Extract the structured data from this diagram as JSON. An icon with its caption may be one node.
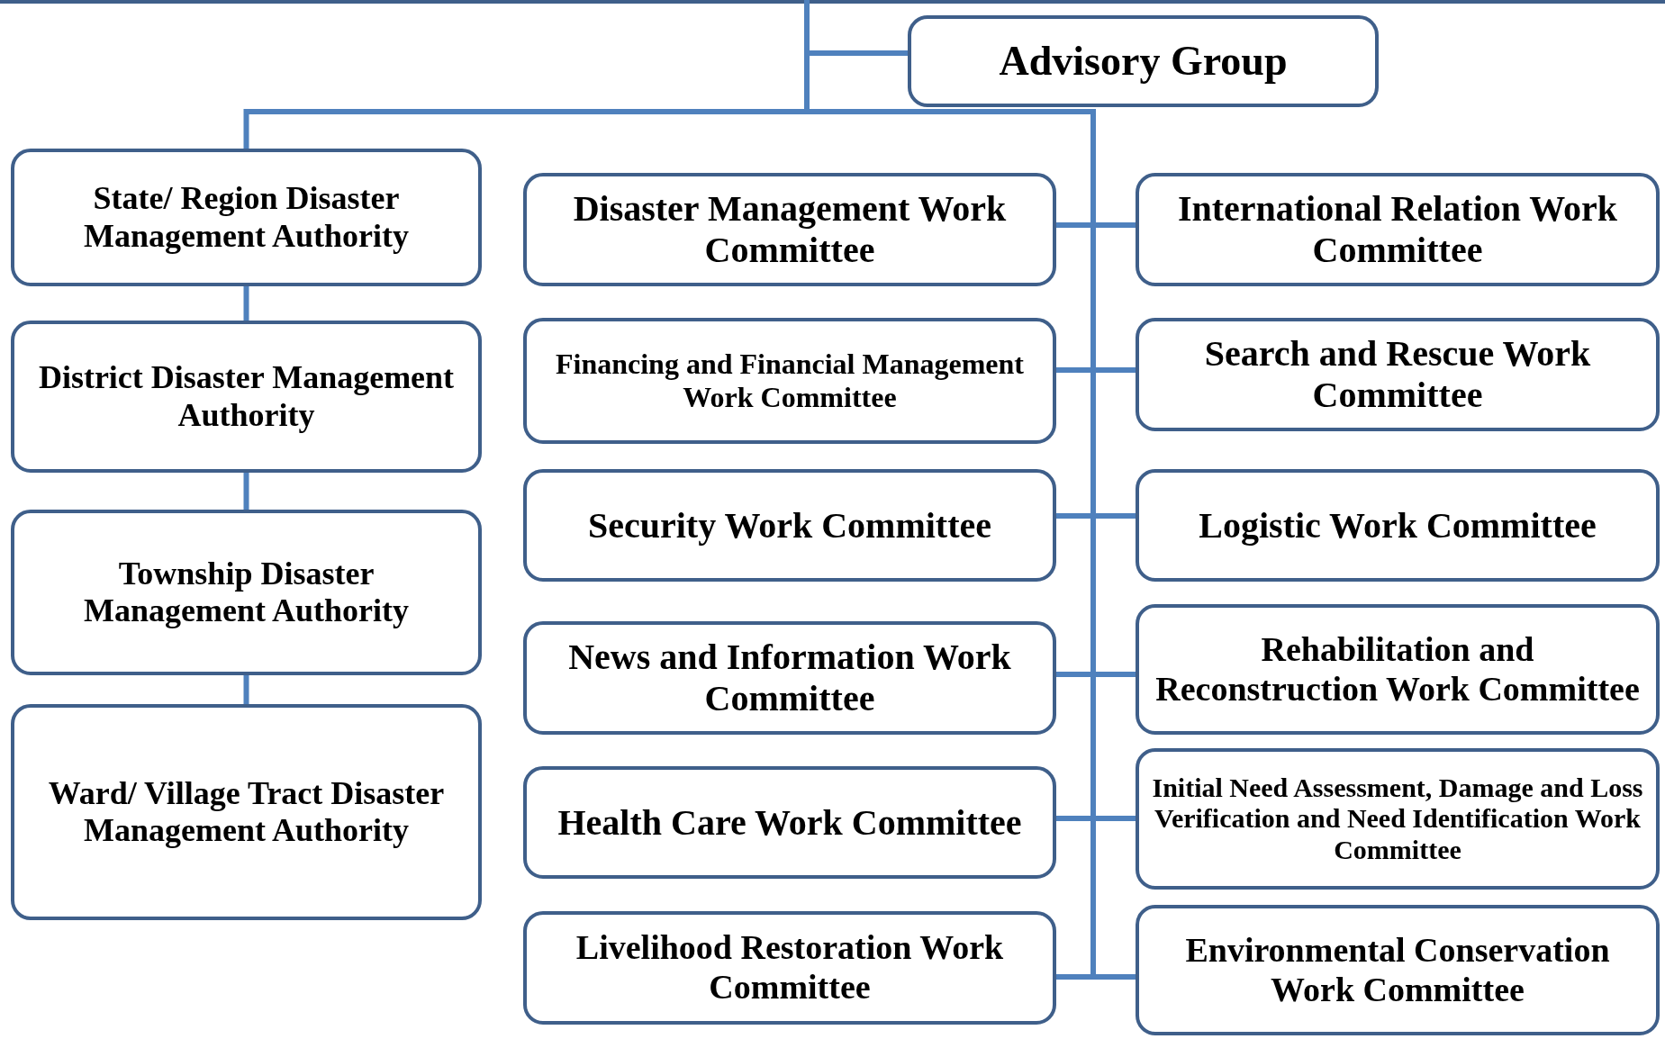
{
  "diagram": {
    "nodes": [
      {
        "text": [
          "Advisory Group"
        ]
      },
      {
        "text": [
          "State/ Region Disaster Management Authority"
        ]
      },
      {
        "text": [
          "District Disaster Management Authority"
        ]
      },
      {
        "text": [
          "Township Disaster Management Authority"
        ]
      },
      {
        "text": [
          "Ward/ Village Tract Disaster Management Authority"
        ]
      },
      {
        "text": [
          "Disaster Management Work Committee"
        ]
      },
      {
        "text": [
          "Financing and Financial Management Work Committee"
        ]
      },
      {
        "text": [
          "Security Work Committee"
        ]
      },
      {
        "text": [
          "News and Information Work Committee"
        ]
      },
      {
        "text": [
          "Health Care Work Committee"
        ]
      },
      {
        "text": [
          "Livelihood Restoration Work Committee"
        ]
      },
      {
        "text": [
          "International Relation Work Committee"
        ]
      },
      {
        "text": [
          "Search and Rescue Work Committee"
        ]
      },
      {
        "text": [
          "Logistic Work Committee"
        ]
      },
      {
        "text": [
          "Rehabilitation and Reconstruction Work Committee"
        ]
      },
      {
        "text": [
          "Initial Need Assessment, Damage and Loss Verification and Need Identification Work Committee"
        ]
      },
      {
        "text": [
          "Environmental Conservation Work Committee"
        ]
      }
    ],
    "edges": [
      {
        "from": null,
        "to": 0,
        "arrow": "none"
      },
      {
        "from": null,
        "to": 1,
        "arrow": "none"
      },
      {
        "from": 1,
        "to": 2,
        "arrow": "none"
      },
      {
        "from": 2,
        "to": 3,
        "arrow": "none"
      },
      {
        "from": 3,
        "to": 4,
        "arrow": "none"
      },
      {
        "from": null,
        "to": 5,
        "arrow": "none"
      },
      {
        "from": null,
        "to": 6,
        "arrow": "none"
      },
      {
        "from": null,
        "to": 7,
        "arrow": "none"
      },
      {
        "from": null,
        "to": 8,
        "arrow": "none"
      },
      {
        "from": null,
        "to": 9,
        "arrow": "none"
      },
      {
        "from": null,
        "to": 10,
        "arrow": "none"
      },
      {
        "from": null,
        "to": 11,
        "arrow": "none"
      },
      {
        "from": null,
        "to": 12,
        "arrow": "none"
      },
      {
        "from": null,
        "to": 13,
        "arrow": "none"
      },
      {
        "from": null,
        "to": 14,
        "arrow": "none"
      },
      {
        "from": null,
        "to": 15,
        "arrow": "none"
      },
      {
        "from": null,
        "to": 16,
        "arrow": "none"
      }
    ]
  }
}
